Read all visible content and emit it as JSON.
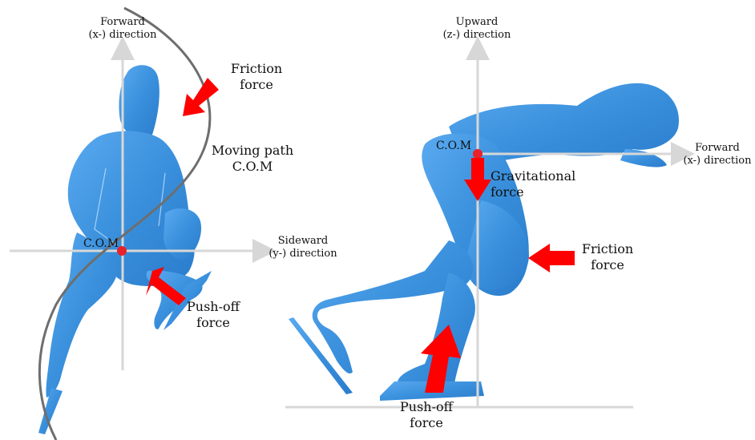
{
  "left_panel": {
    "axis_forward": [
      "Forward",
      "(x-) direction"
    ],
    "axis_sideward": [
      "Sideward",
      "(y-) direction"
    ],
    "com_label": "C.O.M",
    "friction_label": [
      "Friction",
      "force"
    ],
    "moving_path_label": [
      "Moving path",
      "C.O.M"
    ],
    "pushoff_label": [
      "Push-off",
      "force"
    ]
  },
  "right_panel": {
    "axis_upward": [
      "Upward",
      "(z-) direction"
    ],
    "axis_forward": [
      "Forward",
      "(x-) direction"
    ],
    "com_label": "C.O.M",
    "gravitational_label": [
      "Gravitational",
      "force"
    ],
    "friction_label": [
      "Friction",
      "force"
    ],
    "pushoff_label": [
      "Push-off",
      "force"
    ]
  },
  "colors": {
    "skater": "#3a90dc",
    "arrow": "#ff0000",
    "axis": "#d7d7d7",
    "path": "#6e6e6e",
    "com_dot": "#e8212b"
  }
}
